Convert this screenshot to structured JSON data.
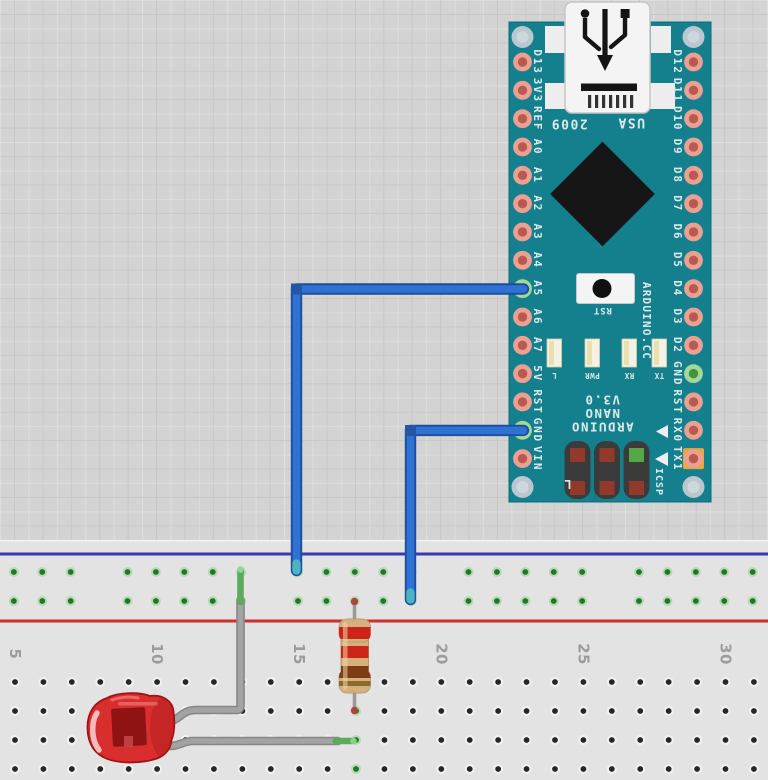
{
  "app": {
    "view": "breadboard-circuit-view"
  },
  "arduino": {
    "title": "Arduino Nano",
    "left_pins": [
      "D13",
      "3V3",
      "REF",
      "A0",
      "A1",
      "A2",
      "A3",
      "A4",
      "A5",
      "A6",
      "A7",
      "5V",
      "RST",
      "GND",
      "VIN"
    ],
    "right_pins": [
      "D12",
      "D11",
      "D10",
      "D9",
      "D8",
      "D7",
      "D6",
      "D5",
      "D4",
      "D3",
      "D2",
      "GND",
      "RST",
      "RX0",
      "TX1"
    ],
    "connected_left_pins": [
      8,
      13
    ],
    "connected_right_pins": [
      11
    ],
    "tx_pad_right_index": 14,
    "silkscreen": {
      "year": "2009",
      "country": "USA",
      "brand_lines": [
        "ARDUINO",
        "NANO",
        "V3.0"
      ],
      "website": "ARDUINO.CC",
      "reset_label": "RST",
      "icsp_label": "ICSP",
      "corner_mark": "L",
      "led_labels": [
        "L",
        "PWR",
        "RX",
        "TX"
      ]
    },
    "colors": {
      "board": "#15808d",
      "pin_ring": "#eca093",
      "pin_center": "#b85a4e",
      "connected_ring": "#a4d898",
      "connected_center": "#44923c",
      "mount_hole": "#bac7cf",
      "tx_pad": "#e8a83e",
      "chip": "#161616",
      "silk": "#dde9e9"
    }
  },
  "breadboard": {
    "column_labels": [
      "5",
      "10",
      "15",
      "20",
      "25",
      "30"
    ],
    "rails_highlighted": true,
    "highlighted_column_label": "17",
    "colors": {
      "body": "#e3e3e3",
      "blue_stripe": "#3a3aae",
      "red_stripe": "#cf2e2e",
      "hole_ring": "#f1f1f1",
      "hole_center": "#262626",
      "connected_ring": "#b2dcb2",
      "connected_center": "#27732c",
      "label": "#9c9c9c"
    }
  },
  "components": {
    "led": {
      "name": "red-led",
      "body_color": "#d92e2e"
    },
    "resistor": {
      "name": "resistor",
      "body_color": "#d4b07c",
      "bands": [
        "red",
        "red",
        "brown",
        "gold"
      ],
      "band_colors": [
        "#cc2418",
        "#cc2418",
        "#7d3c14",
        "#8a6a2a"
      ]
    },
    "wires": [
      {
        "name": "wire-a5-to-rail",
        "color": "#2f72d4",
        "from": "A5",
        "to": "top power rail row 1"
      },
      {
        "name": "wire-gnd-to-rail",
        "color": "#2f72d4",
        "from": "GND",
        "to": "top power rail row 2"
      },
      {
        "name": "wire-rail-to-led-column",
        "color": "#a3a3a3"
      },
      {
        "name": "led-lead-to-resistor-column",
        "color": "#a3a3a3"
      }
    ]
  }
}
